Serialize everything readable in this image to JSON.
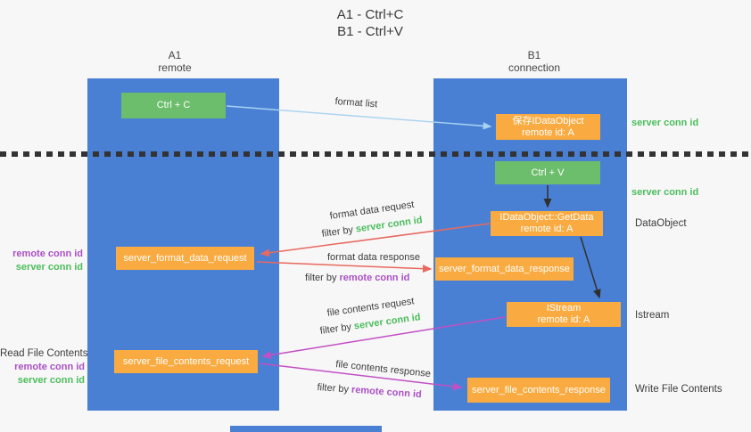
{
  "title": {
    "line1": "A1 - Ctrl+C",
    "line2": "B1 - Ctrl+V"
  },
  "columns": {
    "left": {
      "name": "A1",
      "subtitle": "remote"
    },
    "right": {
      "name": "B1",
      "subtitle": "connection"
    }
  },
  "boxes": {
    "ctrl_c": {
      "label": "Ctrl + C"
    },
    "save_dataobject": {
      "line1": "保存IDataObject",
      "line2": "remote id: A"
    },
    "ctrl_v": {
      "label": "Ctrl + V"
    },
    "getdata": {
      "line1": "IDataObject::GetData",
      "line2": "remote id: A"
    },
    "format_request": {
      "label": "server_format_data_request"
    },
    "format_response": {
      "label": "server_format_data_response"
    },
    "istream": {
      "line1": "IStream",
      "line2": "remote id: A"
    },
    "file_request": {
      "label": "server_file_contents_request"
    },
    "file_response": {
      "label": "server_file_contents_response"
    }
  },
  "arrow_labels": {
    "format_list": "format list",
    "format_data_request": "format data request",
    "format_data_response": "format data response",
    "file_contents_request": "file contents request",
    "file_contents_response": "file contents response",
    "filter_by": "filter by ",
    "server_conn_id": "server conn id",
    "remote_conn_id": "remote conn id"
  },
  "side_labels": {
    "server_conn_id_top": "server conn id",
    "server_conn_id_mid": "server conn id",
    "dataobject": "DataObject",
    "istream": "Istream",
    "write_file_contents": "Write File Contents",
    "remote_conn_id_left_1": "remote conn id",
    "server_conn_id_left_1": "server conn id",
    "read_file_contents": "Read File Contents",
    "remote_conn_id_left_2": "remote conn id",
    "server_conn_id_left_2": "server conn id"
  },
  "colors": {
    "column_blue": "#4a80d4",
    "green_box": "#6cbd6c",
    "orange_box": "#f9ab41",
    "green_text": "#4bbd5c",
    "purple_text": "#ac4fc6",
    "red_arrow": "#e8695e",
    "magenta_arrow": "#c24fc4",
    "light_blue_arrow": "#a8d3f0",
    "dotted_line": "#333333",
    "background": "#f7f7f7"
  }
}
